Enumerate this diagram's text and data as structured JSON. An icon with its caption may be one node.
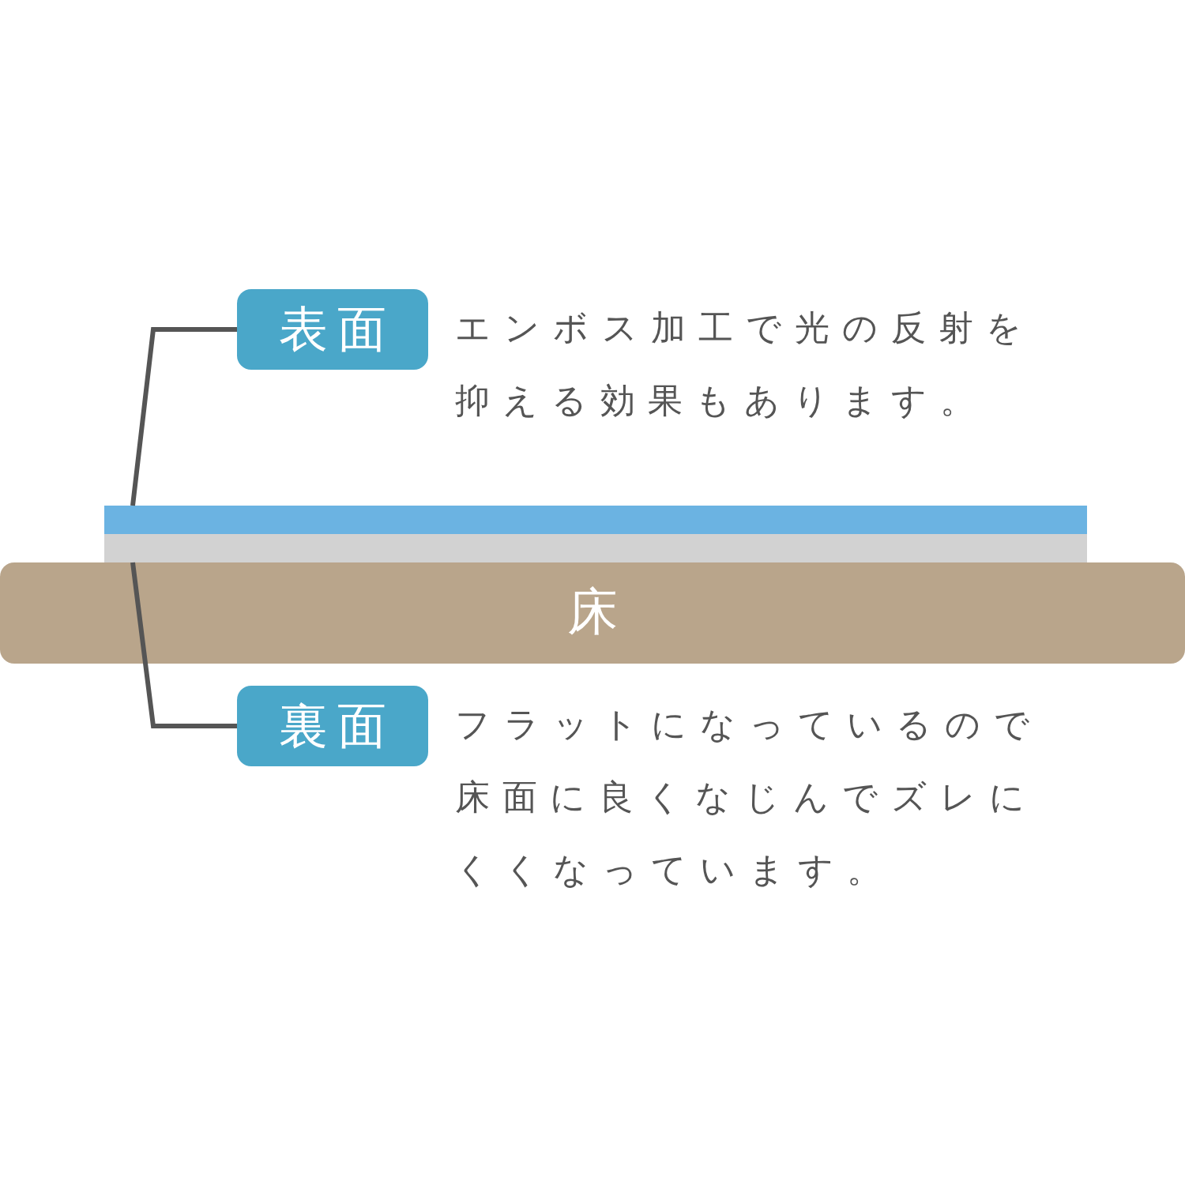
{
  "diagram": {
    "nodes": [
      {
        "text": [
          "表面"
        ],
        "beside": [
          "エンボス加工で光の反射を抑える効果もあります。"
        ]
      },
      {
        "text": [
          "裏面"
        ],
        "beside": [
          "フラットになっているので床面に良くなじんでズレにくくなっています。"
        ]
      },
      {
        "text": [],
        "shape": "bar"
      },
      {
        "text": [],
        "shape": "bar"
      },
      {
        "text": [
          "床"
        ]
      }
    ],
    "edges": [
      {
        "from": 0,
        "to": 2,
        "arrow": "none"
      },
      {
        "from": 1,
        "to": 3,
        "arrow": "none"
      }
    ]
  }
}
